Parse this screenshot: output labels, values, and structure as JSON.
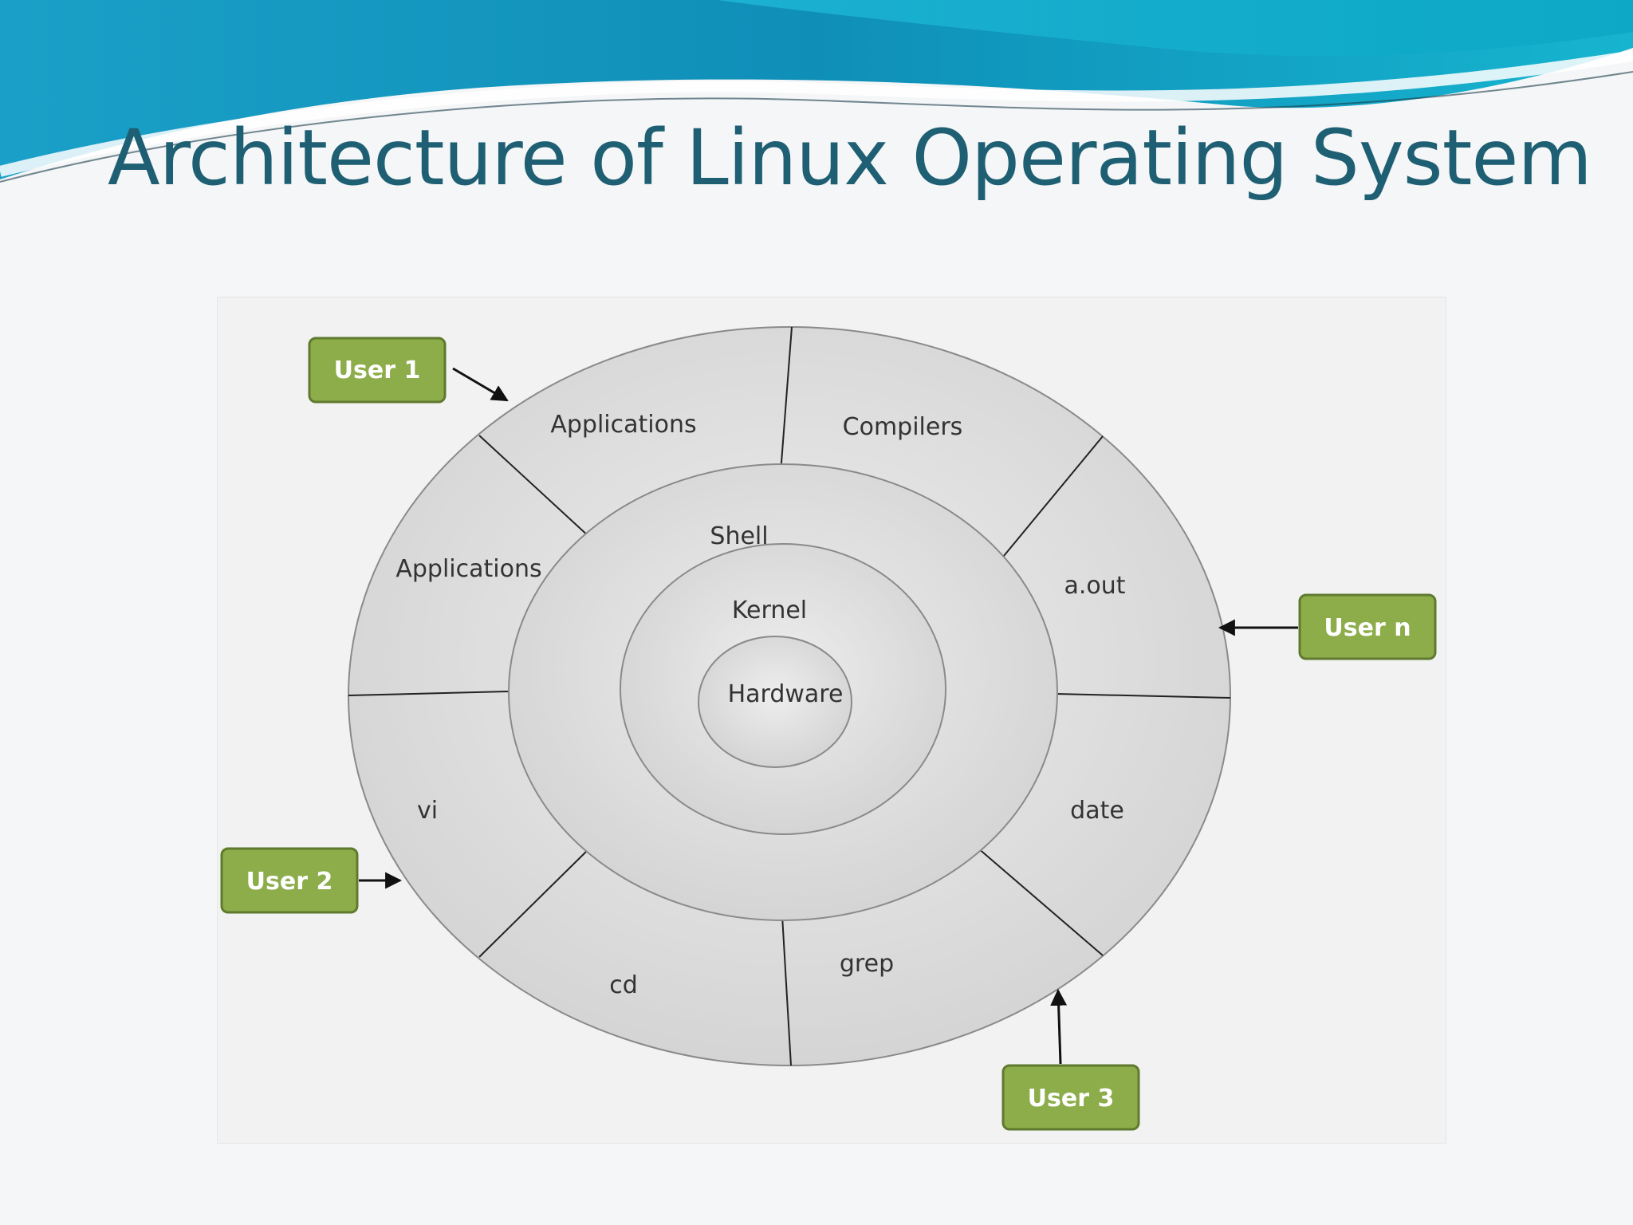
{
  "slide": {
    "title": "Architecture of Linux Operating System"
  },
  "diagram": {
    "layers": {
      "hardware": "Hardware",
      "kernel": "Kernel",
      "shell": "Shell"
    },
    "outer_segments": [
      "Applications",
      "Compilers",
      "a.out",
      "date",
      "grep",
      "cd",
      "vi",
      "Applications"
    ],
    "users": [
      "User 1",
      "User n",
      "User 3",
      "User 2"
    ]
  },
  "colors": {
    "title": "#1f5f73",
    "user_box": "#8cad4a",
    "user_box_border": "#5f7a2e",
    "layer_fill": "#dcdcdc",
    "banner": "#1aa0c8"
  }
}
